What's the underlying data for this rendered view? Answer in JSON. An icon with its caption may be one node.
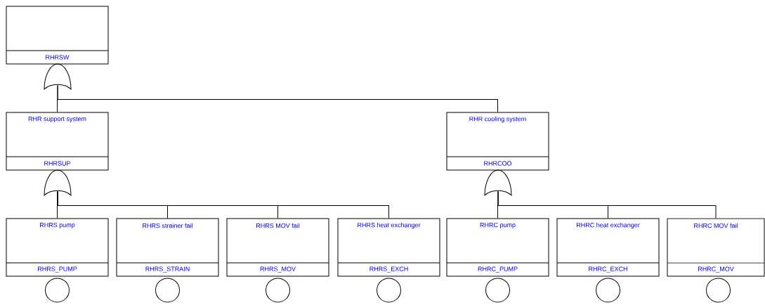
{
  "diagram": {
    "nodes": [
      {
        "text": [
          "RHRSW"
        ]
      },
      {
        "text": [],
        "shape": "gate"
      },
      {
        "text": [
          "RHR support system",
          "RHRSUP"
        ]
      },
      {
        "text": [
          "RHR cooling system",
          "RHRCOO"
        ]
      },
      {
        "text": [],
        "shape": "gate"
      },
      {
        "text": [],
        "shape": "gate"
      },
      {
        "text": [
          "RHRS pump",
          "RHRS_PUMP"
        ]
      },
      {
        "text": [
          "RHRS strainer fail",
          "RHRS_STRAIN"
        ]
      },
      {
        "text": [
          "RHRS MOV fail",
          "RHRS_MOV"
        ]
      },
      {
        "text": [
          "RHRS heat exchanger",
          "RHRS_EXCH"
        ]
      },
      {
        "text": [
          "RHRC pump",
          "RHRC_PUMP"
        ]
      },
      {
        "text": [
          "RHRC heat exchanger",
          "RHRC_EXCH"
        ]
      },
      {
        "text": [
          "RHRC MOV fail",
          "RHRC_MOV"
        ]
      },
      {
        "text": [],
        "shape": "circle"
      },
      {
        "text": [],
        "shape": "circle"
      },
      {
        "text": [],
        "shape": "circle"
      },
      {
        "text": [],
        "shape": "circle"
      },
      {
        "text": [],
        "shape": "circle"
      },
      {
        "text": [],
        "shape": "circle"
      },
      {
        "text": [],
        "shape": "circle"
      }
    ],
    "edges": [
      {
        "from": 1,
        "to": 2,
        "arrow": "none"
      },
      {
        "from": 1,
        "to": 3,
        "arrow": "none"
      },
      {
        "from": 4,
        "to": 6,
        "arrow": "none"
      },
      {
        "from": 4,
        "to": 7,
        "arrow": "none"
      },
      {
        "from": 4,
        "to": 8,
        "arrow": "none"
      },
      {
        "from": 4,
        "to": 9,
        "arrow": "none"
      },
      {
        "from": 5,
        "to": 10,
        "arrow": "none"
      },
      {
        "from": 5,
        "to": 11,
        "arrow": "none"
      },
      {
        "from": 5,
        "to": 12,
        "arrow": "none"
      }
    ]
  }
}
